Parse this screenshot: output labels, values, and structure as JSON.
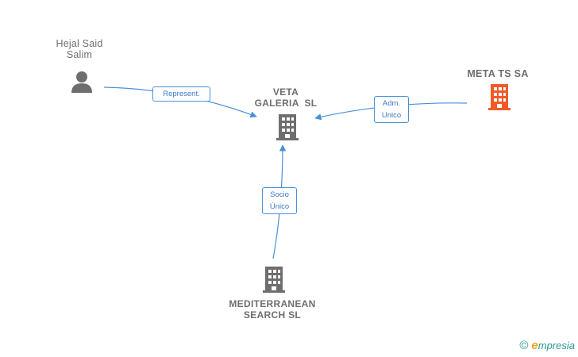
{
  "nodes": {
    "person": {
      "line1": "Hejal Said",
      "line2": "Salim"
    },
    "center": {
      "line1": "VETA",
      "line2": "GALERIA  SL"
    },
    "right": {
      "line1": "META TS SA"
    },
    "bottom": {
      "line1": "MEDITERRANEAN",
      "line2": "SEARCH SL"
    }
  },
  "edges": {
    "represent": {
      "line1": "Represent."
    },
    "adm": {
      "line1": "Adm.",
      "line2": "Unico"
    },
    "socio": {
      "line1": "Socio",
      "line2": "Único"
    }
  },
  "footer": {
    "copyright": "©",
    "brand_initial": "e",
    "brand_rest": "mpresia"
  },
  "colors": {
    "edge": "#4a90d9",
    "building_default": "#6e6e6e",
    "building_highlight": "#f05a28",
    "person_icon": "#6e6e6e"
  },
  "icons": [
    "person-icon",
    "building-icon",
    "copyright-icon"
  ]
}
